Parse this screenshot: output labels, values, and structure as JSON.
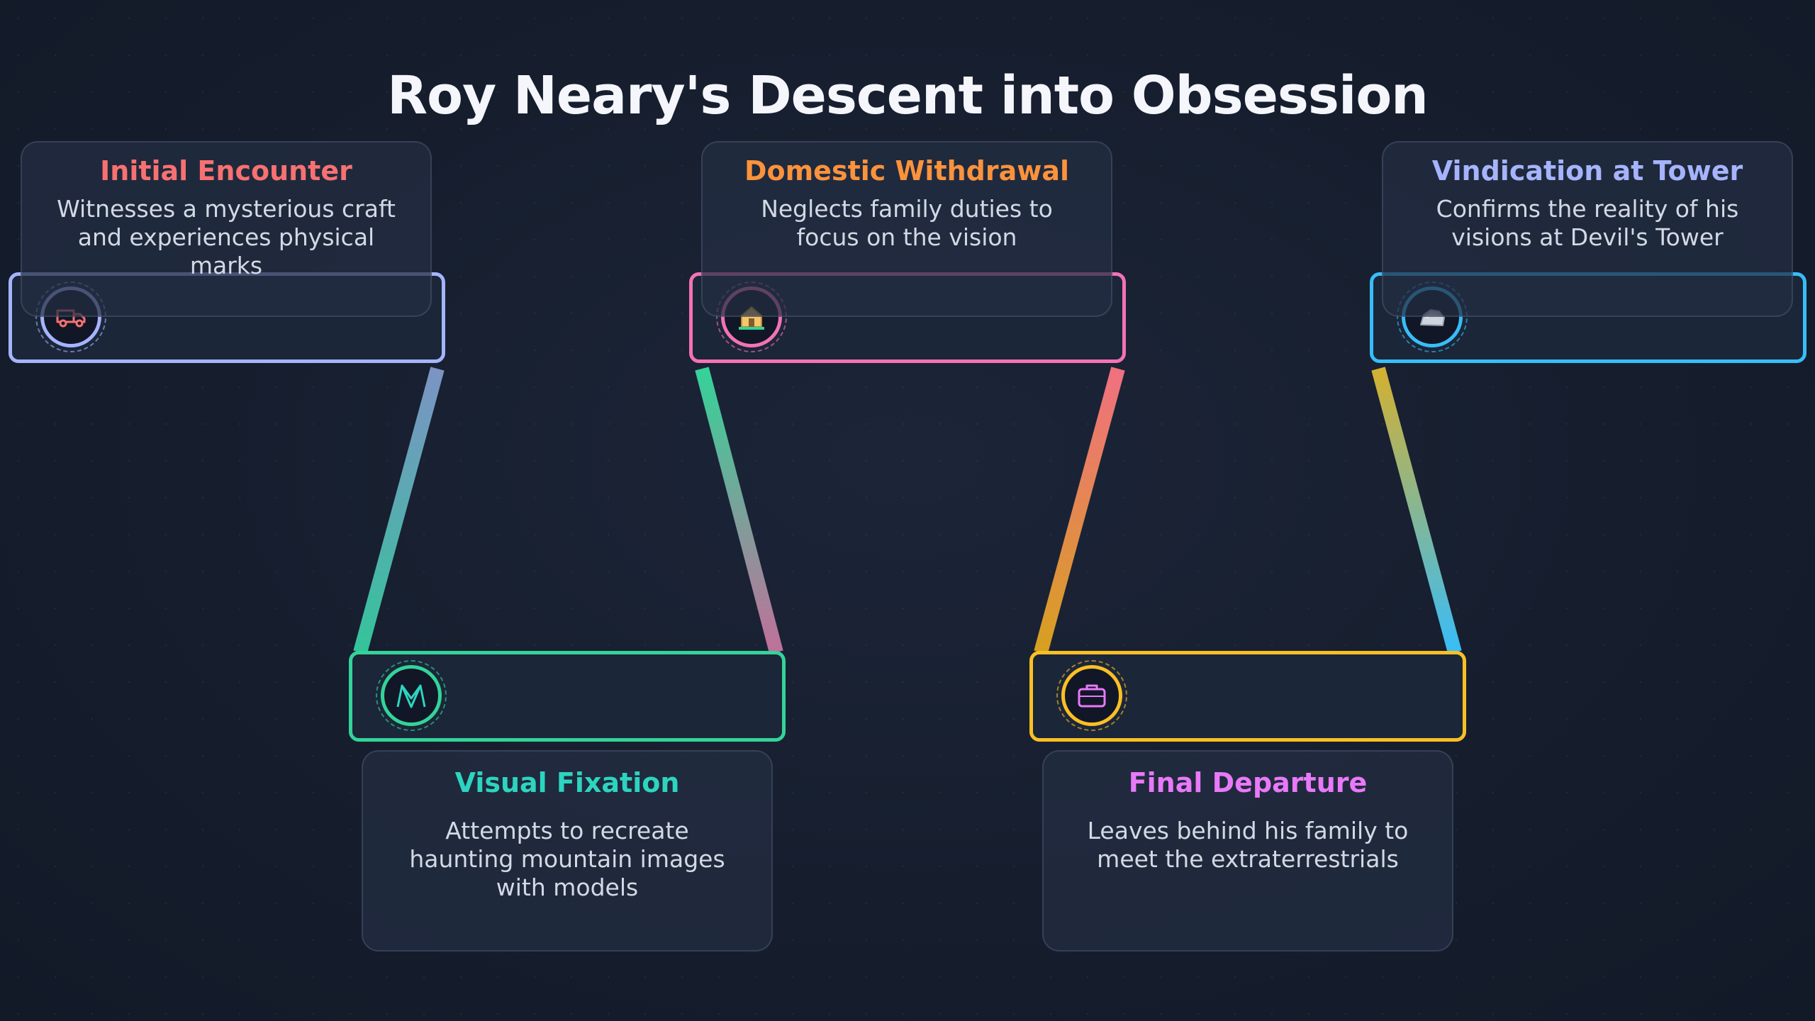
{
  "title": "Roy Neary's Descent into Obsession",
  "milestones": [
    {
      "title": "Initial Encounter",
      "description": "Witnesses a mysterious craft and experiences physical marks",
      "icon": "truck-icon",
      "title_color": "#f87171",
      "border_color": "#a5b4fc",
      "connector_from": "#7c93c4",
      "connector_to": "#34c49b"
    },
    {
      "title": "Visual Fixation",
      "description": "Attempts to recreate haunting mountain images with models",
      "icon": "mountain-icon",
      "title_color": "#2dd4bf",
      "border_color": "#34d399",
      "connector_from": "#34d399",
      "connector_to": "#c0709a"
    },
    {
      "title": "Domestic Withdrawal",
      "description": "Neglects family duties to focus on the vision",
      "icon": "house-icon",
      "title_color": "#fb923c",
      "border_color": "#f472b6",
      "connector_from": "#f07080",
      "connector_to": "#d7a020"
    },
    {
      "title": "Final Departure",
      "description": "Leaves behind his family to meet the extraterrestrials",
      "icon": "suitcase-icon",
      "title_color": "#e879f9",
      "border_color": "#fbbf24",
      "connector_from": "#c8a030",
      "connector_to": "#38bdf8"
    },
    {
      "title": "Vindication at Tower",
      "description": "Confirms the reality of his visions at Devil's Tower",
      "icon": "rock-icon",
      "title_color": "#a5b4fc",
      "border_color": "#38bdf8",
      "connector_from": "#d4b030",
      "connector_to": "#38bdf8"
    }
  ]
}
